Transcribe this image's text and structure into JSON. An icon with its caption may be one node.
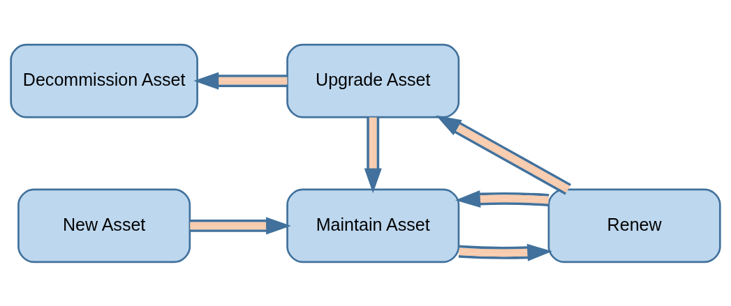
{
  "diagram": {
    "nodes": [
      {
        "text": [
          "New Asset"
        ]
      },
      {
        "text": [
          "Maintain Asset"
        ]
      },
      {
        "text": [
          "Renew"
        ]
      },
      {
        "text": [
          "Upgrade Asset"
        ]
      },
      {
        "text": [
          "Decommission Asset"
        ]
      }
    ],
    "edges": [
      {
        "from": 0,
        "to": 1,
        "arrow": "to"
      },
      {
        "from": 1,
        "to": 2,
        "arrow": "to"
      },
      {
        "from": 2,
        "to": 1,
        "arrow": "to"
      },
      {
        "from": 2,
        "to": 3,
        "arrow": "to"
      },
      {
        "from": 3,
        "to": 1,
        "arrow": "to"
      },
      {
        "from": 3,
        "to": 4,
        "arrow": "to"
      }
    ]
  }
}
